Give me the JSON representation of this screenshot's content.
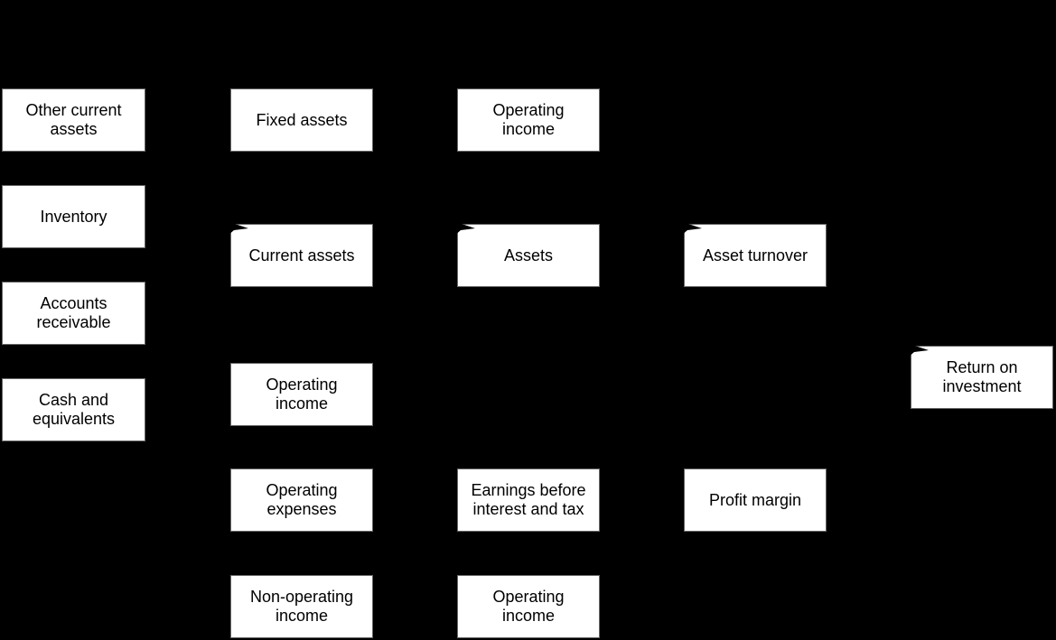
{
  "colors": {
    "background": "#000000",
    "node_fill": "#ffffff",
    "node_border": "#666666",
    "node_text": "#000000",
    "arrowhead": "#000000"
  },
  "diagram": {
    "description": "Return on investment decomposition diagram (DuPont model) of white boxes on a black background; connector lines are black (invisible against the background) with black arrowheads visible at the top-left corners of target boxes.",
    "nodes": [
      {
        "id": "other-current-assets",
        "label": "Other current assets",
        "lines": [
          "Other current",
          "assets"
        ],
        "arrowhead": false
      },
      {
        "id": "inventory",
        "label": "Inventory",
        "lines": [
          "Inventory"
        ],
        "arrowhead": false
      },
      {
        "id": "accounts-receivable",
        "label": "Accounts receivable",
        "lines": [
          "Accounts",
          "receivable"
        ],
        "arrowhead": false
      },
      {
        "id": "cash-and-equivalents",
        "label": "Cash and equivalents",
        "lines": [
          "Cash and",
          "equivalents"
        ],
        "arrowhead": false
      },
      {
        "id": "fixed-assets",
        "label": "Fixed assets",
        "lines": [
          "Fixed assets"
        ],
        "arrowhead": false
      },
      {
        "id": "current-assets",
        "label": "Current assets",
        "lines": [
          "Current assets"
        ],
        "arrowhead": true
      },
      {
        "id": "operating-income-middle",
        "label": "Operating income",
        "lines": [
          "Operating",
          "income"
        ],
        "arrowhead": false
      },
      {
        "id": "operating-expenses",
        "label": "Operating expenses",
        "lines": [
          "Operating",
          "expenses"
        ],
        "arrowhead": false
      },
      {
        "id": "non-operating-income",
        "label": "Non-operating income",
        "lines": [
          "Non-operating",
          "income"
        ],
        "arrowhead": false
      },
      {
        "id": "operating-income-top",
        "label": "Operating income",
        "lines": [
          "Operating",
          "income"
        ],
        "arrowhead": false
      },
      {
        "id": "assets",
        "label": "Assets",
        "lines": [
          "Assets"
        ],
        "arrowhead": true
      },
      {
        "id": "earnings-before-interest-and-tax",
        "label": "Earnings before interest and tax",
        "lines": [
          "Earnings before",
          "interest and tax"
        ],
        "arrowhead": false
      },
      {
        "id": "operating-income-bottom",
        "label": "Operating income",
        "lines": [
          "Operating",
          "income"
        ],
        "arrowhead": false
      },
      {
        "id": "asset-turnover",
        "label": "Asset turnover",
        "lines": [
          "Asset turnover"
        ],
        "arrowhead": true
      },
      {
        "id": "profit-margin",
        "label": "Profit margin",
        "lines": [
          "Profit margin"
        ],
        "arrowhead": false
      },
      {
        "id": "return-on-investment",
        "label": "Return on investment",
        "lines": [
          "Return on",
          "investment"
        ],
        "arrowhead": true
      }
    ]
  }
}
